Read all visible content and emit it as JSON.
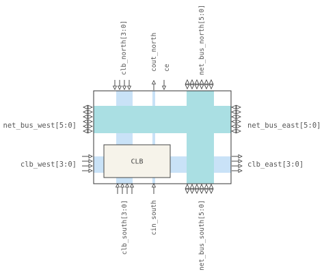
{
  "diagram": {
    "block_label": "CLB",
    "ports": {
      "clb_north": "clb_north[3:0]",
      "cout_north": "cout_north",
      "ce": "ce",
      "net_bus_north": "net_bus_north[5:0]",
      "net_bus_west": "net_bus_west[5:0]",
      "net_bus_east": "net_bus_east[5:0]",
      "clb_west": "clb_west[3:0]",
      "clb_east": "clb_east[3:0]",
      "clb_south": "clb_south[3:0]",
      "cin_south": "cin_south",
      "net_bus_south": "net_bus_south[5:0]"
    },
    "colors": {
      "net_bus_channel": "#aadfe3",
      "clb_channel": "#c9e2f7",
      "carry_channel": "#c9e2f7",
      "clb_block_fill": "#f6f3ea",
      "outline": "#333333"
    }
  }
}
